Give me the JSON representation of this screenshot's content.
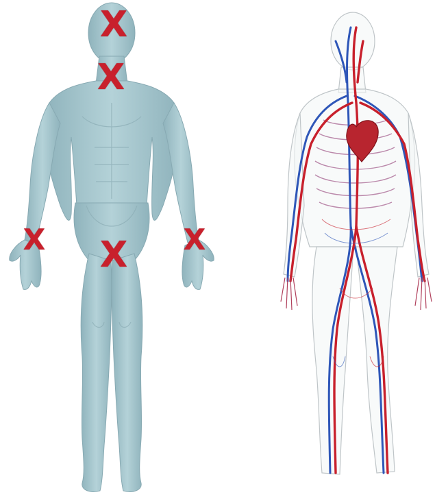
{
  "figures": [
    {
      "name": "anatomy-figure-surface"
    },
    {
      "name": "anatomy-figure-circulatory-system"
    }
  ],
  "markers": [
    {
      "name": "marker-head",
      "text": "X"
    },
    {
      "name": "marker-neck",
      "text": "X"
    },
    {
      "name": "marker-right-wrist",
      "text": "X"
    },
    {
      "name": "marker-groin",
      "text": "X"
    },
    {
      "name": "marker-left-wrist",
      "text": "X"
    }
  ],
  "colors": {
    "body_fill": "#a9c9d0",
    "body_shade": "#8fb3bc",
    "skin_outline": "#bfc5c8",
    "artery": "#c8202c",
    "vein": "#2e56b8",
    "heart": "#b8252f",
    "marker": "#c8202c"
  }
}
